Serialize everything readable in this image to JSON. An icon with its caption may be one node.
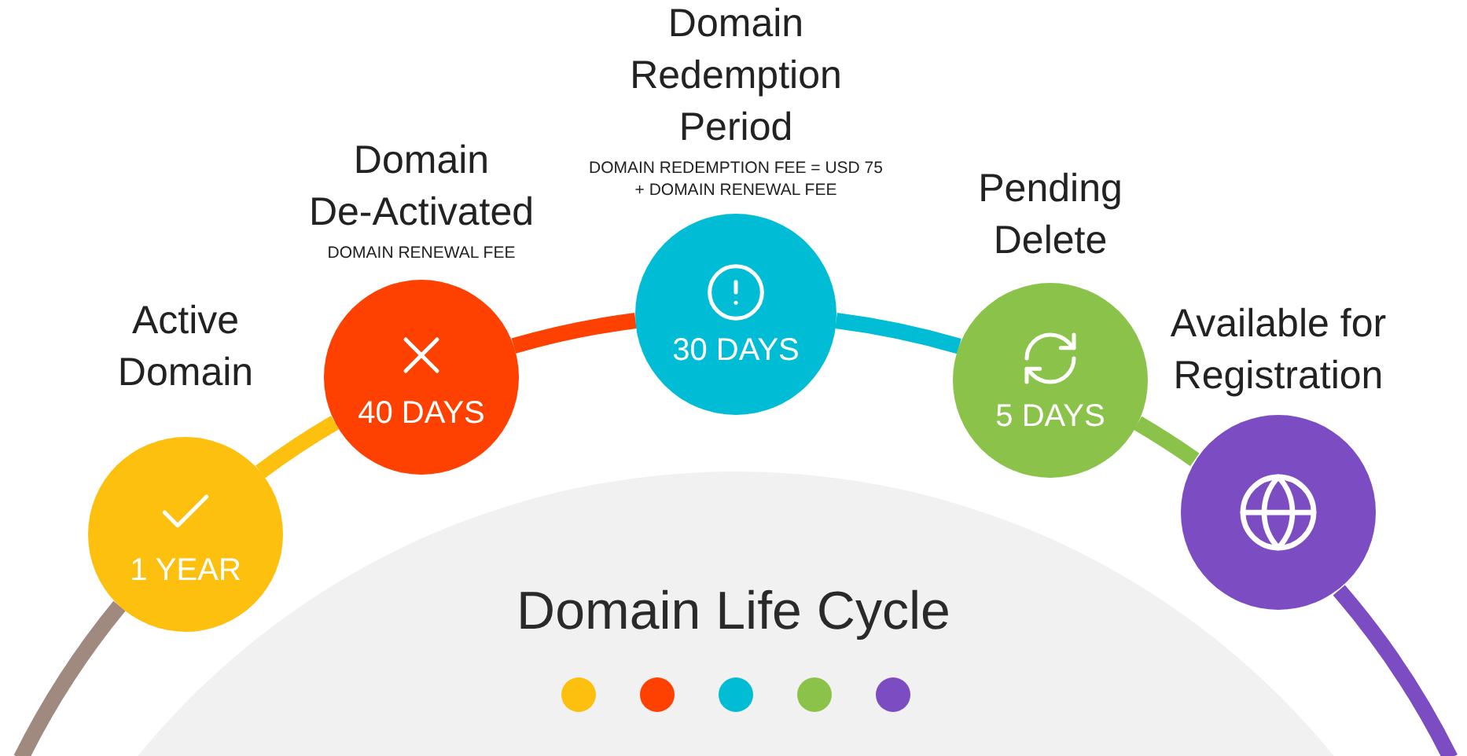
{
  "diagram": {
    "title": "Domain Life Cycle",
    "nodes": [
      {
        "text": [
          "Active Domain",
          "1 YEAR"
        ]
      },
      {
        "text": [
          "Domain De-Activated",
          "DOMAIN RENEWAL FEE",
          "40 DAYS"
        ]
      },
      {
        "text": [
          "Domain Redemption Period",
          "DOMAIN REDEMPTION FEE = USD 75 + DOMAIN RENEWAL FEE",
          "30 DAYS"
        ]
      },
      {
        "text": [
          "Pending Delete",
          "5 DAYS"
        ]
      },
      {
        "text": [
          "Available for Registration"
        ]
      }
    ],
    "edges": [
      {
        "from": null,
        "to": 0,
        "arrow": "none",
        "color": "#a08a80"
      },
      {
        "from": 0,
        "to": 1,
        "arrow": "none",
        "color": "#fdc00f"
      },
      {
        "from": 1,
        "to": 2,
        "arrow": "none",
        "color": "#fe4101"
      },
      {
        "from": 2,
        "to": 3,
        "arrow": "none",
        "color": "#00bcd4"
      },
      {
        "from": 3,
        "to": 4,
        "arrow": "none",
        "color": "#8bc34a"
      },
      {
        "from": 4,
        "to": null,
        "arrow": "none",
        "color": "#7b4cc2"
      }
    ]
  }
}
